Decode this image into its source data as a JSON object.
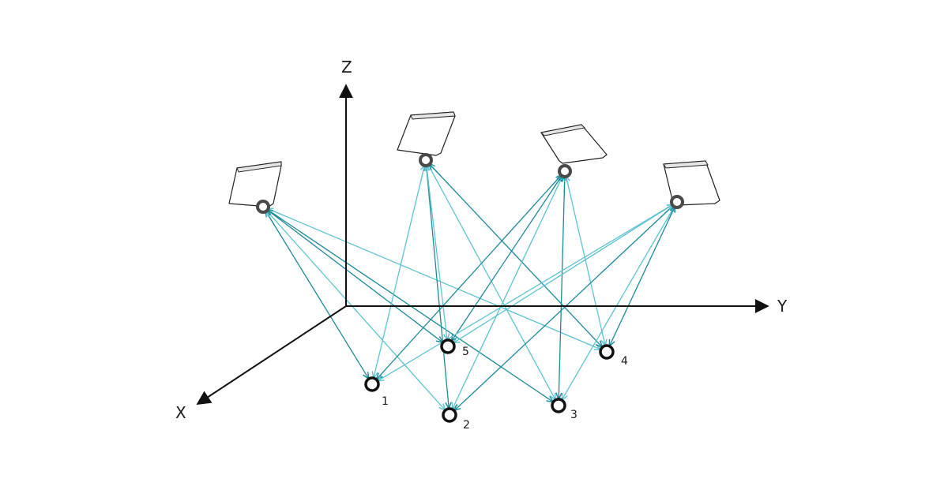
{
  "colors": {
    "axis": "#111111",
    "ray_dark": "#1d8a97",
    "ray_light": "#5fc3cf",
    "camera_ring": "#4a4a4a",
    "marker_ring": "#111111"
  },
  "axes": {
    "x_label": "X",
    "y_label": "Y",
    "z_label": "Z"
  },
  "cameras": [
    {
      "id": "camera-1"
    },
    {
      "id": "camera-2"
    },
    {
      "id": "camera-3"
    },
    {
      "id": "camera-4"
    }
  ],
  "markers": [
    {
      "id": "marker-1",
      "label": "1"
    },
    {
      "id": "marker-2",
      "label": "2"
    },
    {
      "id": "marker-3",
      "label": "3"
    },
    {
      "id": "marker-4",
      "label": "4"
    },
    {
      "id": "marker-5",
      "label": "5"
    }
  ]
}
